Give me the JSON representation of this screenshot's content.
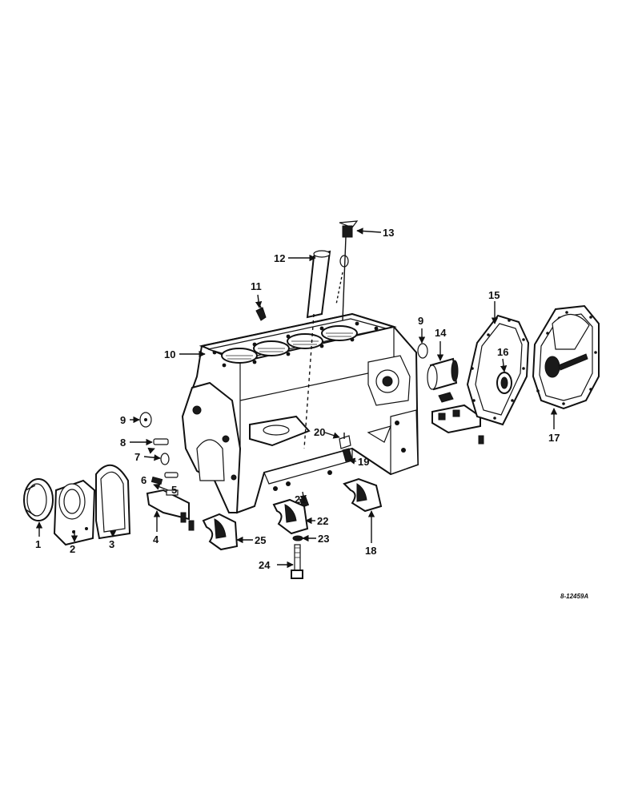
{
  "diagram": {
    "drawing_code": "8-12459A",
    "callouts": [
      "1",
      "2",
      "3",
      "4",
      "5",
      "6",
      "7",
      "8",
      "9",
      "10",
      "11",
      "12",
      "13",
      "14",
      "15",
      "16",
      "17",
      "18",
      "19",
      "20",
      "21",
      "22",
      "23",
      "24",
      "25"
    ]
  }
}
